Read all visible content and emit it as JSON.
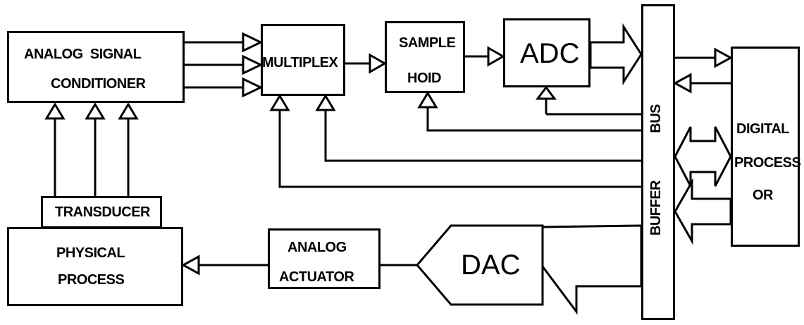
{
  "blocks": {
    "conditioner": {
      "line1": "ANALOG  SIGNAL",
      "line2": "CONDITIONER"
    },
    "multiplex": {
      "label": "MULTIPLEX"
    },
    "sample_hold": {
      "line1": "SAMPLE",
      "line2": "HOID"
    },
    "adc": {
      "label": "ADC"
    },
    "buffer_bus": {
      "buffer": "BUFFER",
      "bus": "BUS"
    },
    "processor": {
      "line1": "DIGITAL",
      "line2": "PROCESS",
      "line3": "OR"
    },
    "transducer": {
      "label": "TRANSDUCER"
    },
    "physical_process": {
      "line1": "PHYSICAL",
      "line2": "PROCESS"
    },
    "actuator": {
      "line1": "ANALOG",
      "line2": "ACTUATOR"
    },
    "dac": {
      "label": "DAC"
    }
  }
}
